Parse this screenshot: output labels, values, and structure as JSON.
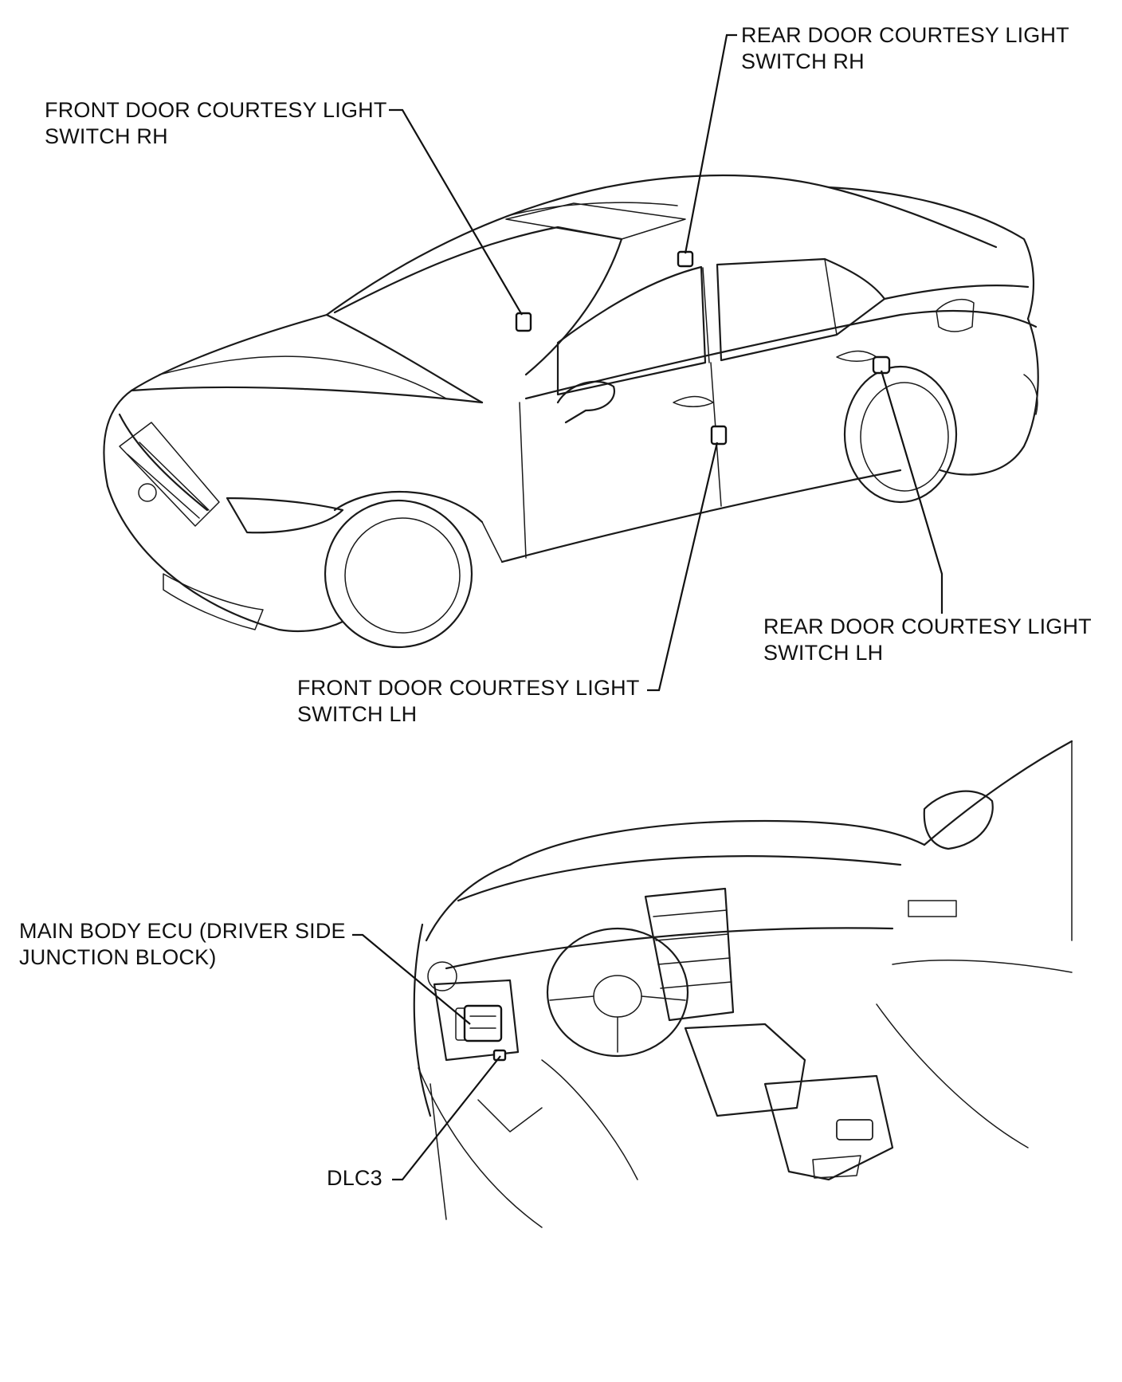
{
  "labels": {
    "front_rh": [
      "FRONT DOOR COURTESY LIGHT",
      "SWITCH RH"
    ],
    "rear_rh": [
      "REAR DOOR COURTESY LIGHT",
      "SWITCH RH"
    ],
    "rear_lh": [
      "REAR DOOR COURTESY LIGHT",
      "SWITCH LH"
    ],
    "front_lh": [
      "FRONT DOOR COURTESY LIGHT",
      "SWITCH LH"
    ],
    "main_body_ecu": [
      "MAIN BODY ECU (DRIVER SIDE",
      "JUNCTION BLOCK)"
    ],
    "dlc3": [
      "DLC3"
    ]
  },
  "colors": {
    "ink": "#111111",
    "background": "#ffffff"
  }
}
